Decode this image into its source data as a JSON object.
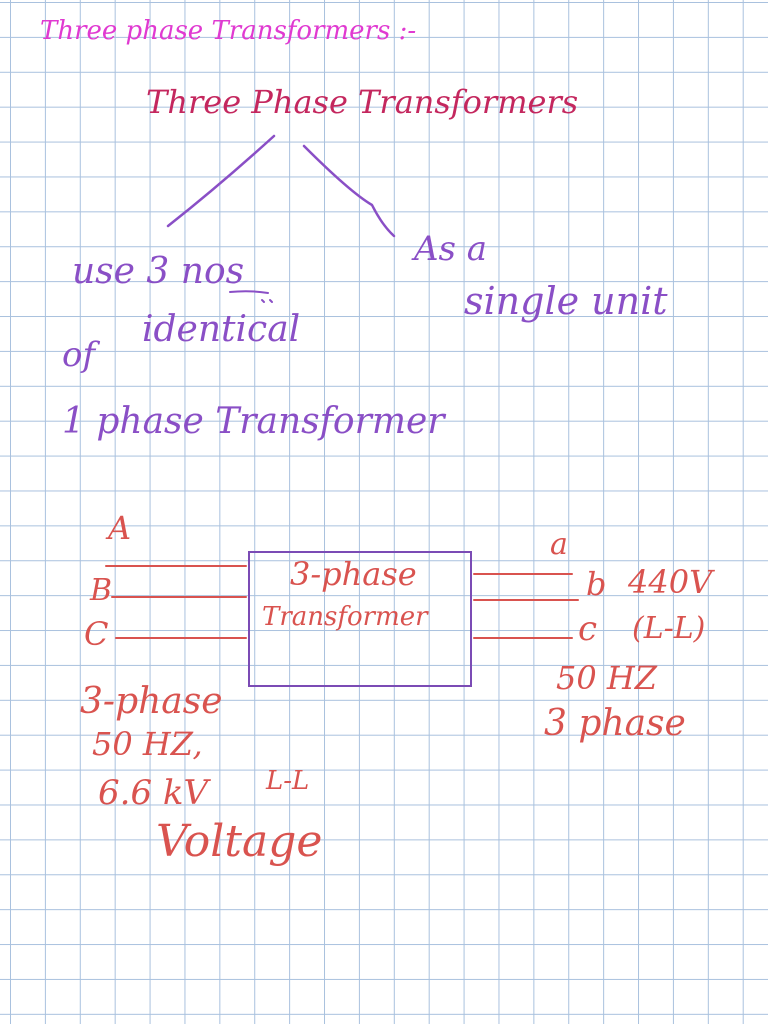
{
  "page_title": "Three phase Transformers :-",
  "tree": {
    "root": "Three Phase Transformers",
    "left_branch": [
      "use 3 nos",
      "identical",
      "of",
      "1 phase Transformer"
    ],
    "right_branch": [
      "As a",
      "single unit"
    ]
  },
  "diagram": {
    "box_label_line1": "3-phase",
    "box_label_line2": "Transformer",
    "inputs": [
      "A",
      "B",
      "C"
    ],
    "outputs": [
      "a",
      "b",
      "c"
    ],
    "input_notes": [
      "3-phase",
      "50 HZ,",
      "6.6 kV",
      "L-L",
      "Voltage"
    ],
    "output_notes": [
      "440V",
      "(L-L)",
      "50 HZ",
      "3 phase"
    ]
  },
  "colors": {
    "magenta": "#e03ad1",
    "crimson": "#c4275e",
    "purple": "#8a4fc6",
    "box": "#7b4bb5",
    "red": "#d9534f",
    "grid": "#a9c1de"
  }
}
